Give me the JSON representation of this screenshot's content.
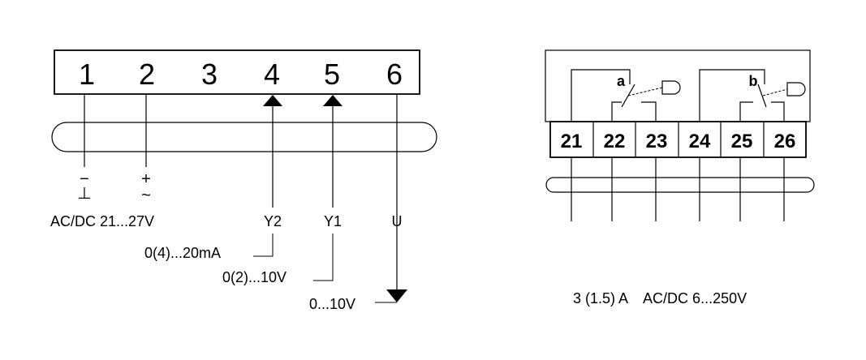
{
  "left_terminal": {
    "numbers": [
      "1",
      "2",
      "3",
      "4",
      "5",
      "6"
    ]
  },
  "left_labels": {
    "minus_symbol": "⊥",
    "minus_mark": "−",
    "plus_mark": "+",
    "tilde_mark": "~",
    "supply": "AC/DC 21...27V",
    "y2": "Y2",
    "y1": "Y1",
    "u": "U",
    "signal_y2": "0(4)...20mA",
    "signal_y1": "0(2)...10V",
    "signal_u": "0...10V"
  },
  "right_terminal": {
    "numbers": [
      "21",
      "22",
      "23",
      "24",
      "25",
      "26"
    ],
    "relay_a": "a",
    "relay_b": "b",
    "rating": "3 (1.5) A    AC/DC 6...250V"
  }
}
